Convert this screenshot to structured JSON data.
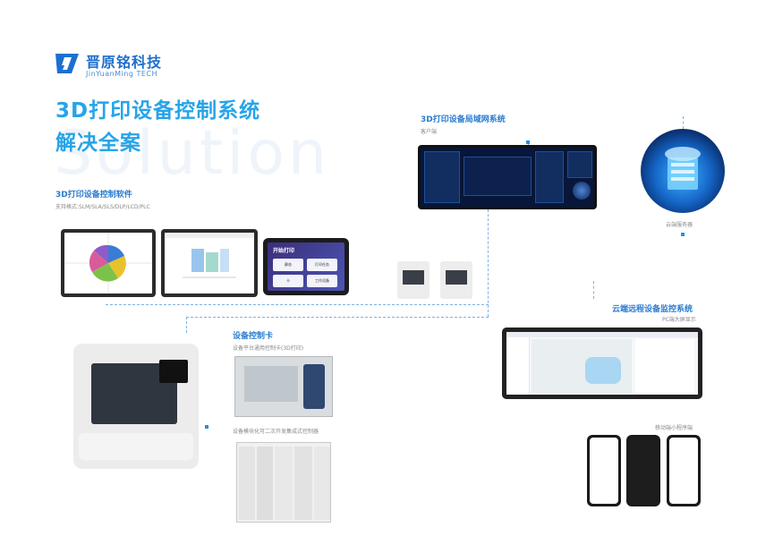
{
  "brand": {
    "name_cn": "晋原铭科技",
    "name_en": "JinYuanMing TECH"
  },
  "hero": {
    "title_line1": "3D打印设备控制系统",
    "title_line2": "解决全案",
    "watermark": "Solution"
  },
  "software": {
    "title": "3D打印设备控制软件",
    "subtitle": "支持格式:SLM/SLA/SLS/DLP/LCD/PLC",
    "tablet_header": "开始打印",
    "tablet_buttons": [
      "静态",
      "打印任务",
      "卡",
      "工作设备"
    ]
  },
  "lan": {
    "title": "3D打印设备局域网系统",
    "subtitle": "客户端"
  },
  "cloud": {
    "caption": "云端服务器"
  },
  "remote": {
    "title": "云端远程设备监控系统",
    "subtitle": "PC端大屏显示"
  },
  "mobile": {
    "caption": "移动端小程序端"
  },
  "control_card": {
    "title": "设备控制卡",
    "subtitle": "设备平台通用控制卡(3D打印)",
    "caption": "设备模块化可二次开发集成式控制器"
  },
  "colors": {
    "accent": "#27a4e8",
    "brand": "#1d6fcf",
    "dash_line": "#7fb2e3"
  }
}
